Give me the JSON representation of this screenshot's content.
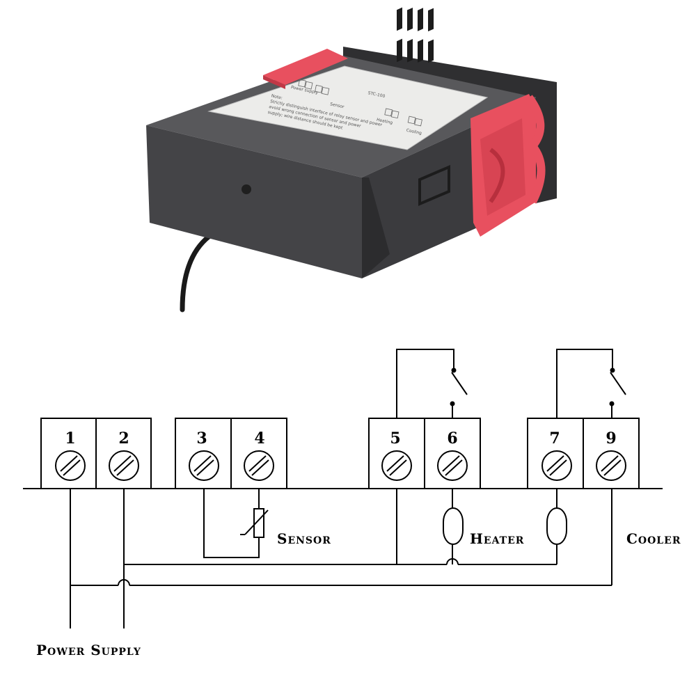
{
  "device": {
    "sticker": {
      "model": "STC-100",
      "power_supply": "Power supply",
      "sensor": "Sensor",
      "heating": "Heating",
      "cooling": "Cooling",
      "note_title": "Note:",
      "note_lines": [
        "Strictly distinguish interface of relay sensor and power",
        "avoid wrong connection of sensor and power",
        "supply; wire distance should be kept"
      ]
    },
    "colors": {
      "body": "#4a4a4c",
      "body_dark": "#3a3a3c",
      "clip": "#e8505f",
      "sticker": "#ececea"
    }
  },
  "diagram": {
    "terminals": [
      {
        "number": "1"
      },
      {
        "number": "2"
      },
      {
        "number": "3"
      },
      {
        "number": "4"
      },
      {
        "number": "5"
      },
      {
        "number": "6"
      },
      {
        "number": "7"
      },
      {
        "number": "9"
      }
    ],
    "labels": {
      "sensor": "Sensor",
      "heater": "Heater",
      "cooler": "Cooler",
      "power_supply": "Power Supply"
    }
  }
}
